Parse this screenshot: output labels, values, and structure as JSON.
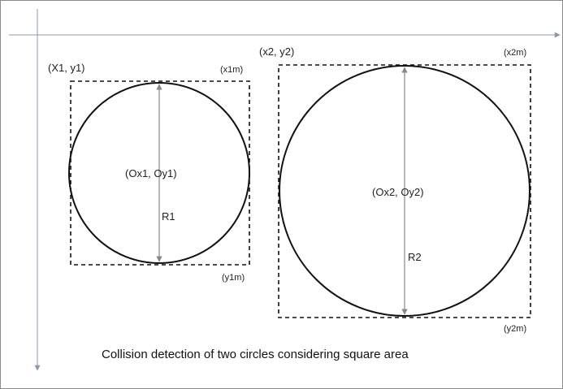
{
  "labels": {
    "corner1_top_left": "(X1, y1)",
    "corner1_top_right": "(x1m)",
    "corner1_bottom_right": "(y1m)",
    "center1": "(Ox1, Oy1)",
    "radius1": "R1",
    "corner2_top_left": "(x2, y2)",
    "corner2_top_right": "(x2m)",
    "corner2_bottom_right": "(y2m)",
    "center2": "(Ox2, Oy2)",
    "radius2": "R2"
  },
  "caption": "Collision detection of two circles considering square area",
  "colors": {
    "axis": "#8c9aa8",
    "shape_stroke": "#111111",
    "radius_line": "#888888",
    "text": "#222222"
  },
  "icons": {
    "x_axis_end": "arrow-right",
    "y_axis_end": "arrow-down",
    "radius_ends": "arrowheads-both"
  }
}
